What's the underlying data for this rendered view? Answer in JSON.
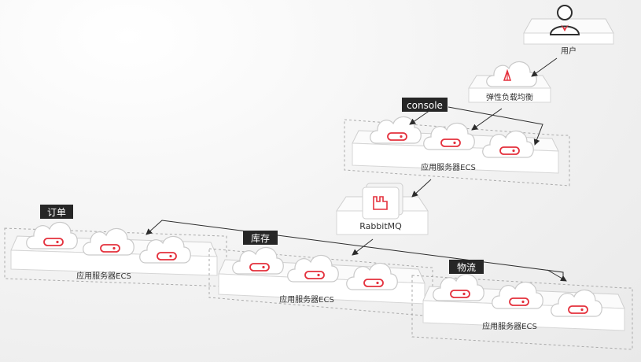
{
  "nodes": {
    "user_label": "用户",
    "elb_label": "弹性负载均衡",
    "rabbitmq_label": "RabbitMQ",
    "console_tag": "console",
    "console_group_label": "应用服务器ECS",
    "order_tag": "订单",
    "order_group_label": "应用服务器ECS",
    "inventory_tag": "库存",
    "inventory_group_label": "应用服务器ECS",
    "logistics_tag": "物流",
    "logistics_group_label": "应用服务器ECS"
  },
  "colors": {
    "accent": "#e4313d",
    "tag_background": "#262626",
    "arrow": "#2b2b2b"
  },
  "icons": {
    "user": "user-icon",
    "elb": "load-balancer-icon",
    "rabbitmq": "rabbitmq-icon",
    "ecs": "cloud-server-icon"
  }
}
